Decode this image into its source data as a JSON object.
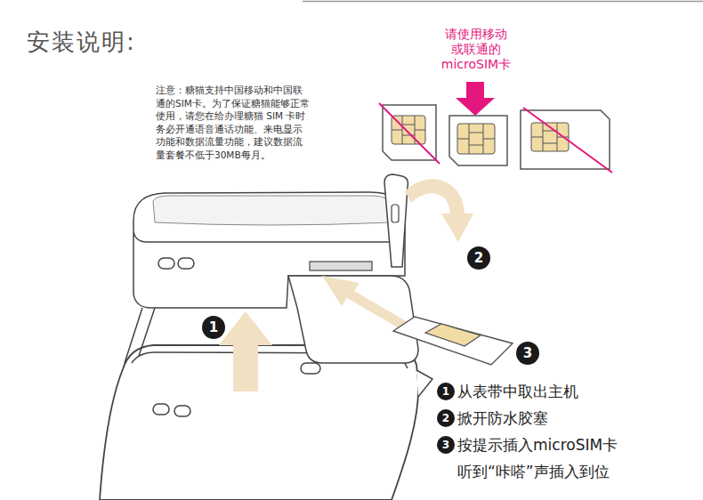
{
  "diagram": {
    "title": "安装说明:",
    "nodes": [
      {
        "text": [
          "1"
        ]
      },
      {
        "text": [
          "2"
        ]
      },
      {
        "text": [
          "3"
        ]
      },
      {
        "text": [
          "1"
        ]
      },
      {
        "text": [
          "2"
        ]
      },
      {
        "text": [
          "3"
        ]
      }
    ],
    "labels": [
      "请使用移动 或联通的 microSIM卡",
      "注意：糖猫支持中国移动和中国联 通的SIM卡。为了保证糖猫能够正常 使用，请您在给办理糖猫 SIM 卡时 务必开通语音通话功能、来电显示 功能和数据流量功能，建议数据流 量套餐不低于30MB每月。",
      "从表带中取出主机",
      "掀开防水胶塞",
      "按提示插入microSIM卡 听到“咔嗒”声插入到位"
    ]
  }
}
